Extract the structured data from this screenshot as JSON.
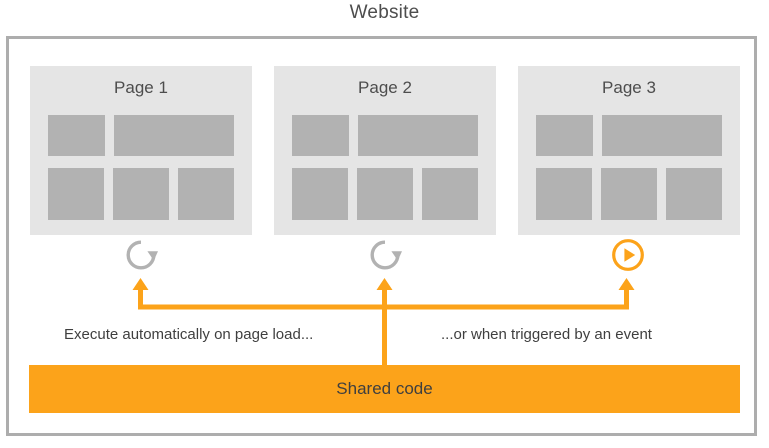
{
  "title": "Website",
  "colors": {
    "accent_orange": "#fca31a",
    "frame_border": "#adadad",
    "card_background": "#e5e5e5",
    "placeholder_block": "#b2b2b2",
    "text": "#4d4d4d"
  },
  "pages": [
    {
      "label": "Page 1",
      "trigger_icon": "refresh-icon",
      "trigger_icon_color": "#b2b2b2"
    },
    {
      "label": "Page 2",
      "trigger_icon": "refresh-icon",
      "trigger_icon_color": "#b2b2b2"
    },
    {
      "label": "Page 3",
      "trigger_icon": "play-circle-icon",
      "trigger_icon_color": "#fca31a"
    }
  ],
  "captions": {
    "left": "Execute automatically on page load...",
    "right": "...or when triggered by an event"
  },
  "shared_code": {
    "label": "Shared code"
  }
}
